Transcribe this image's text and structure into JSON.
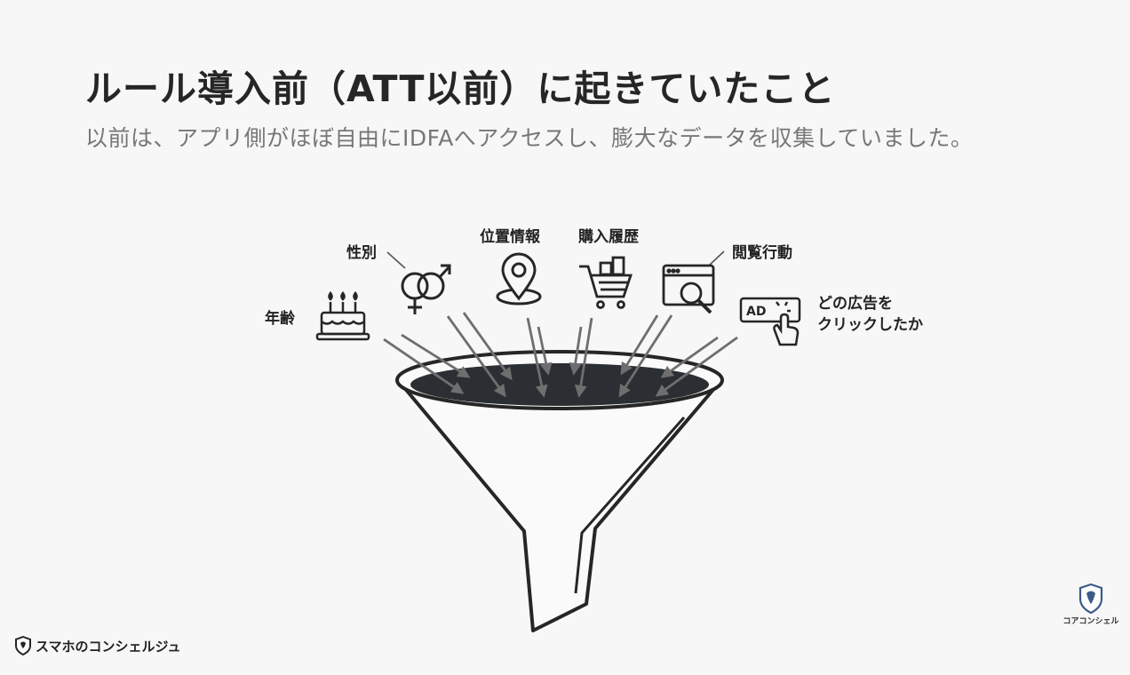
{
  "slide": {
    "title": "ルール導入前（ATT以前）に起きていたこと",
    "subtitle": "以前は、アプリ側がほぼ自由にIDFAへアクセスし、膨大なデータを収集していました。"
  },
  "labels": {
    "age": "年齢",
    "gender": "性別",
    "location": "位置情報",
    "purchase": "購入履歴",
    "browsing": "閲覧行動",
    "ad_click_line1": "どの広告を",
    "ad_click_line2": "クリックしたか",
    "ad_text": "AD"
  },
  "footer": {
    "brand_left": "スマホのコンシェルジュ",
    "brand_right": "コアコンシェル"
  },
  "colors": {
    "ink": "#262626",
    "arrow": "#6e6e6e",
    "subtitle": "#777777",
    "funnel_dark": "#2b2f33"
  }
}
